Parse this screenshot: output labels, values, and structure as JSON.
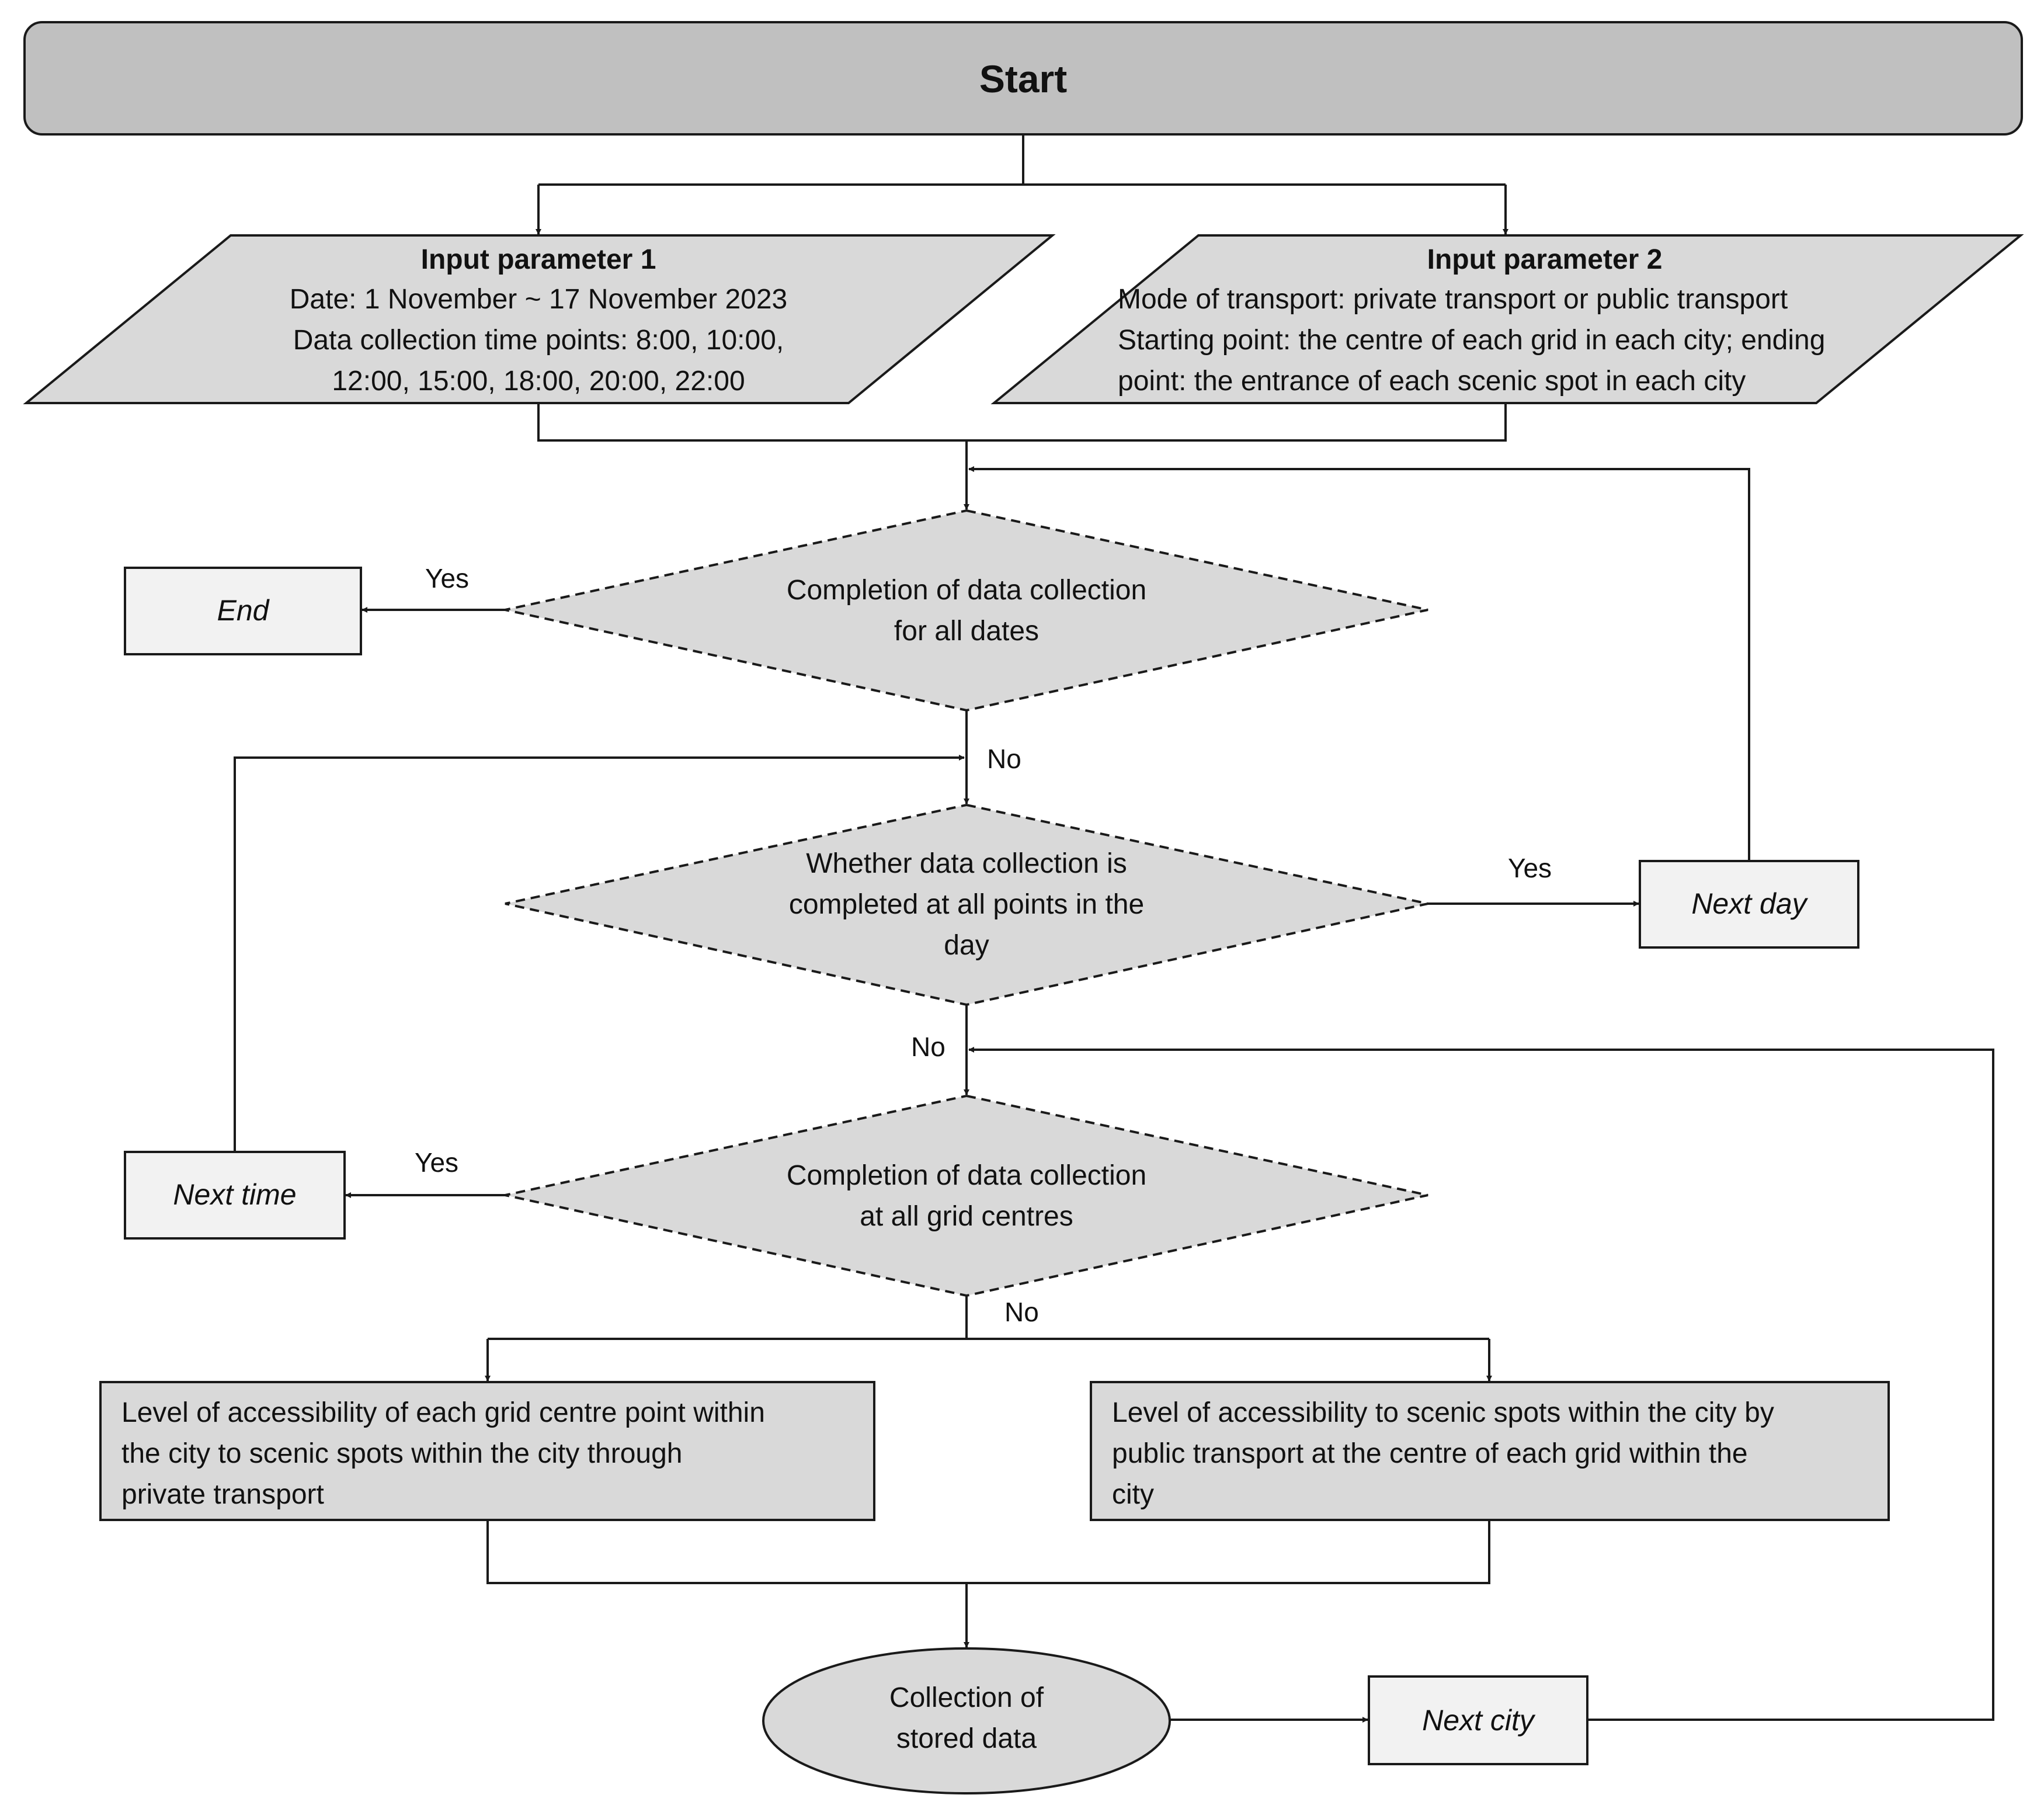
{
  "start": {
    "label": "Start"
  },
  "input1": {
    "title": "Input parameter 1",
    "lines": [
      "Date: 1 November ~ 17 November 2023",
      "Data collection time points: 8:00, 10:00,",
      "12:00, 15:00, 18:00, 20:00, 22:00"
    ]
  },
  "input2": {
    "title": "Input parameter 2",
    "lines": [
      "Mode of transport: private transport or public transport",
      "Starting point: the centre of each grid in each city; ending",
      "point: the entrance of each scenic spot in each city"
    ]
  },
  "decision_dates": {
    "lines": [
      "Completion of data collection",
      "for all dates"
    ]
  },
  "decision_points": {
    "lines": [
      "Whether data collection is",
      "completed at all points in the",
      "day"
    ]
  },
  "decision_grid": {
    "lines": [
      "Completion of data collection",
      "at all grid centres"
    ]
  },
  "end": {
    "label": "End"
  },
  "next_day": {
    "label": "Next day"
  },
  "next_time": {
    "label": "Next time"
  },
  "next_city": {
    "label": "Next city"
  },
  "private_box": {
    "lines": [
      "Level of accessibility of each grid centre point within",
      "the city to scenic spots within the city through",
      "private transport"
    ]
  },
  "public_box": {
    "lines": [
      "Level of accessibility to scenic spots within the city by",
      "public transport at the centre of each grid within the",
      "city"
    ]
  },
  "stored": {
    "lines": [
      "Collection of",
      "stored data"
    ]
  },
  "edge_labels": {
    "yes_end": "Yes",
    "no_dates": "No",
    "yes_next_day": "Yes",
    "no_points": "No",
    "yes_next_time": "Yes",
    "no_grid": "No"
  },
  "colors": {
    "start_fill": "#c0c0c0",
    "shape_fill": "#d9d9d9",
    "box_light_fill": "#f2f2f2",
    "stroke": "#1a1a1a"
  }
}
